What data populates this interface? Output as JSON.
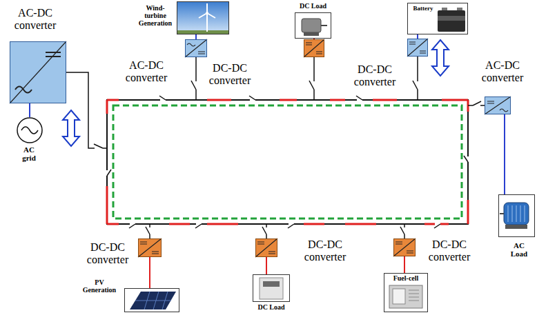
{
  "diagram": {
    "nodes": [
      {
        "text": [
          "Wind-turbine Generation"
        ]
      },
      {
        "text": [
          "DC Load"
        ]
      },
      {
        "text": [
          "Battery"
        ]
      },
      {
        "text": [
          "AC-DC converter"
        ]
      },
      {
        "text": [
          "DC-DC converter"
        ]
      },
      {
        "text": [
          "DC-DC converter"
        ]
      },
      {
        "text": [
          "AC-DC converter"
        ]
      },
      {
        "text": [
          "AC grid"
        ]
      },
      {
        "text": [
          "AC-DC converter"
        ]
      },
      {
        "text": [
          "AC Load"
        ]
      },
      {
        "text": [
          "DC-DC converter"
        ]
      },
      {
        "text": [
          "DC-DC converter"
        ]
      },
      {
        "text": [
          "DC-DC converter"
        ]
      },
      {
        "text": [
          "PV Generation"
        ]
      },
      {
        "text": [
          "DC Load"
        ]
      },
      {
        "text": [
          "Fuel-cell"
        ]
      }
    ],
    "edges": [
      {
        "from": 3,
        "to": 0,
        "arrow": "none"
      },
      {
        "from": 4,
        "to": 1,
        "arrow": "none"
      },
      {
        "from": 5,
        "to": 2,
        "arrow": "none"
      },
      {
        "from": 6,
        "to": 7,
        "arrow": "none"
      },
      {
        "from": 8,
        "to": 9,
        "arrow": "none"
      },
      {
        "from": 10,
        "to": 13,
        "arrow": "none"
      },
      {
        "from": 11,
        "to": 14,
        "arrow": "none"
      },
      {
        "from": 12,
        "to": 15,
        "arrow": "none"
      }
    ]
  }
}
